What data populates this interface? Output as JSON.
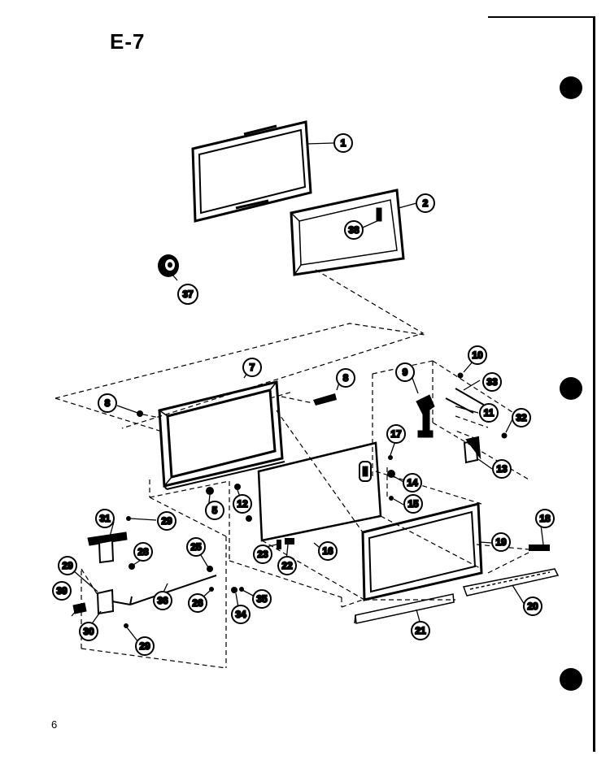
{
  "page": {
    "title": "E-7",
    "page_number": "6"
  },
  "callouts": [
    {
      "id": "c1",
      "label": "1"
    },
    {
      "id": "c2",
      "label": "2"
    },
    {
      "id": "c38",
      "label": "38"
    },
    {
      "id": "c37",
      "label": "37"
    },
    {
      "id": "c7",
      "label": "7"
    },
    {
      "id": "c8a",
      "label": "8"
    },
    {
      "id": "c8b",
      "label": "8"
    },
    {
      "id": "c9",
      "label": "9"
    },
    {
      "id": "c10",
      "label": "10"
    },
    {
      "id": "c33",
      "label": "33"
    },
    {
      "id": "c11",
      "label": "11"
    },
    {
      "id": "c32",
      "label": "32"
    },
    {
      "id": "c13",
      "label": "13"
    },
    {
      "id": "c17",
      "label": "17"
    },
    {
      "id": "c14",
      "label": "14"
    },
    {
      "id": "c15",
      "label": "15"
    },
    {
      "id": "c18",
      "label": "18"
    },
    {
      "id": "c19",
      "label": "19"
    },
    {
      "id": "c5",
      "label": "5"
    },
    {
      "id": "c12",
      "label": "12"
    },
    {
      "id": "c16",
      "label": "16"
    },
    {
      "id": "c23",
      "label": "23"
    },
    {
      "id": "c22",
      "label": "22"
    },
    {
      "id": "c31",
      "label": "31"
    },
    {
      "id": "c29a",
      "label": "29"
    },
    {
      "id": "c28",
      "label": "28"
    },
    {
      "id": "c25",
      "label": "25"
    },
    {
      "id": "c29b",
      "label": "29"
    },
    {
      "id": "c39",
      "label": "39"
    },
    {
      "id": "c30",
      "label": "30"
    },
    {
      "id": "c36",
      "label": "36"
    },
    {
      "id": "c26",
      "label": "26"
    },
    {
      "id": "c34",
      "label": "34"
    },
    {
      "id": "c35",
      "label": "35"
    },
    {
      "id": "c29c",
      "label": "29"
    },
    {
      "id": "c21",
      "label": "21"
    },
    {
      "id": "c20",
      "label": "20"
    }
  ]
}
